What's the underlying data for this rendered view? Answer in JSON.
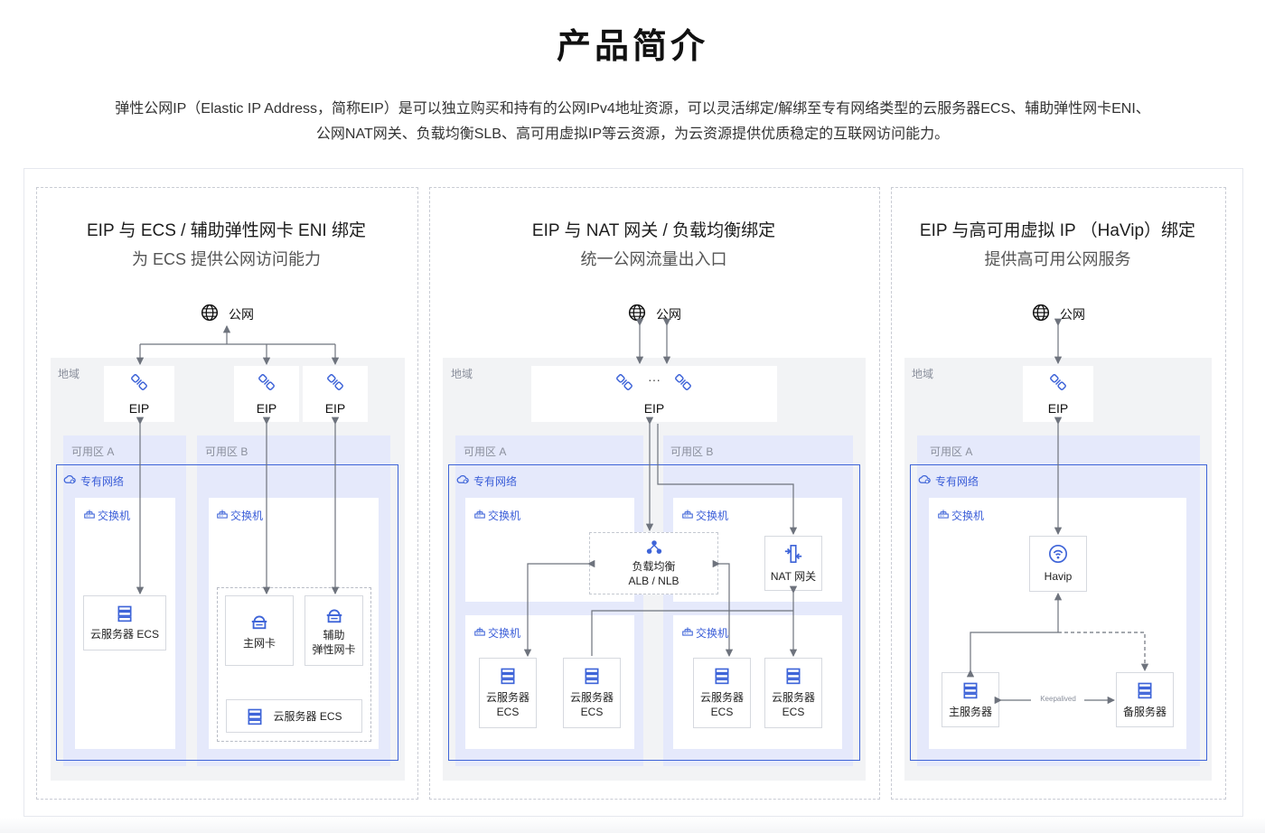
{
  "page": {
    "title": "产品简介",
    "desc_line1": "弹性公网IP（Elastic IP Address，简称EIP）是可以独立购买和持有的公网IPv4地址资源，可以灵活绑定/解绑至专有网络类型的云服务器ECS、辅助弹性网卡ENI、",
    "desc_line2": "公网NAT网关、负载均衡SLB、高可用虚拟IP等云资源，为云资源提供优质稳定的互联网访问能力。"
  },
  "panels": [
    {
      "title": "EIP 与 ECS / 辅助弹性网卡 ENI 绑定",
      "subtitle": "为 ECS 提供公网访问能力",
      "internet": "公网",
      "region": "地域",
      "zone_a": "可用区 A",
      "zone_b": "可用区 B",
      "vpc": "专有网络",
      "switch": "交换机",
      "eip": "EIP",
      "ecs_label": "云服务器 ECS",
      "primary_nic": "主网卡",
      "secondary_nic_1": "辅助",
      "secondary_nic_2": "弹性网卡"
    },
    {
      "title": "EIP 与 NAT 网关 / 负载均衡绑定",
      "subtitle": "统一公网流量出入口",
      "internet": "公网",
      "region": "地域",
      "zone_a": "可用区 A",
      "zone_b": "可用区 B",
      "vpc": "专有网络",
      "switch": "交换机",
      "eip": "EIP",
      "ellipsis": "···",
      "lb_1": "负载均衡",
      "lb_2": "ALB / NLB",
      "nat": "NAT 网关",
      "ecs_1": "云服务器",
      "ecs_2": "ECS"
    },
    {
      "title": "EIP 与高可用虚拟 IP （HaVip）绑定",
      "subtitle": "提供高可用公网服务",
      "internet": "公网",
      "region": "地域",
      "zone_a": "可用区 A",
      "vpc": "专有网络",
      "switch": "交换机",
      "eip": "EIP",
      "havip": "Havip",
      "keepalived": "Keepalived",
      "primary_server": "主服务器",
      "backup_server": "备服务器"
    }
  ],
  "colors": {
    "accent": "#3e64d8",
    "zone": "#e5e9fb",
    "region": "#f2f3f5"
  },
  "icons": [
    "globe-icon",
    "eip-link-icon",
    "cloud-vpc-icon",
    "switch-icon",
    "server-icon",
    "nic-icon",
    "load-balancer-icon",
    "nat-gateway-icon",
    "havip-icon"
  ]
}
